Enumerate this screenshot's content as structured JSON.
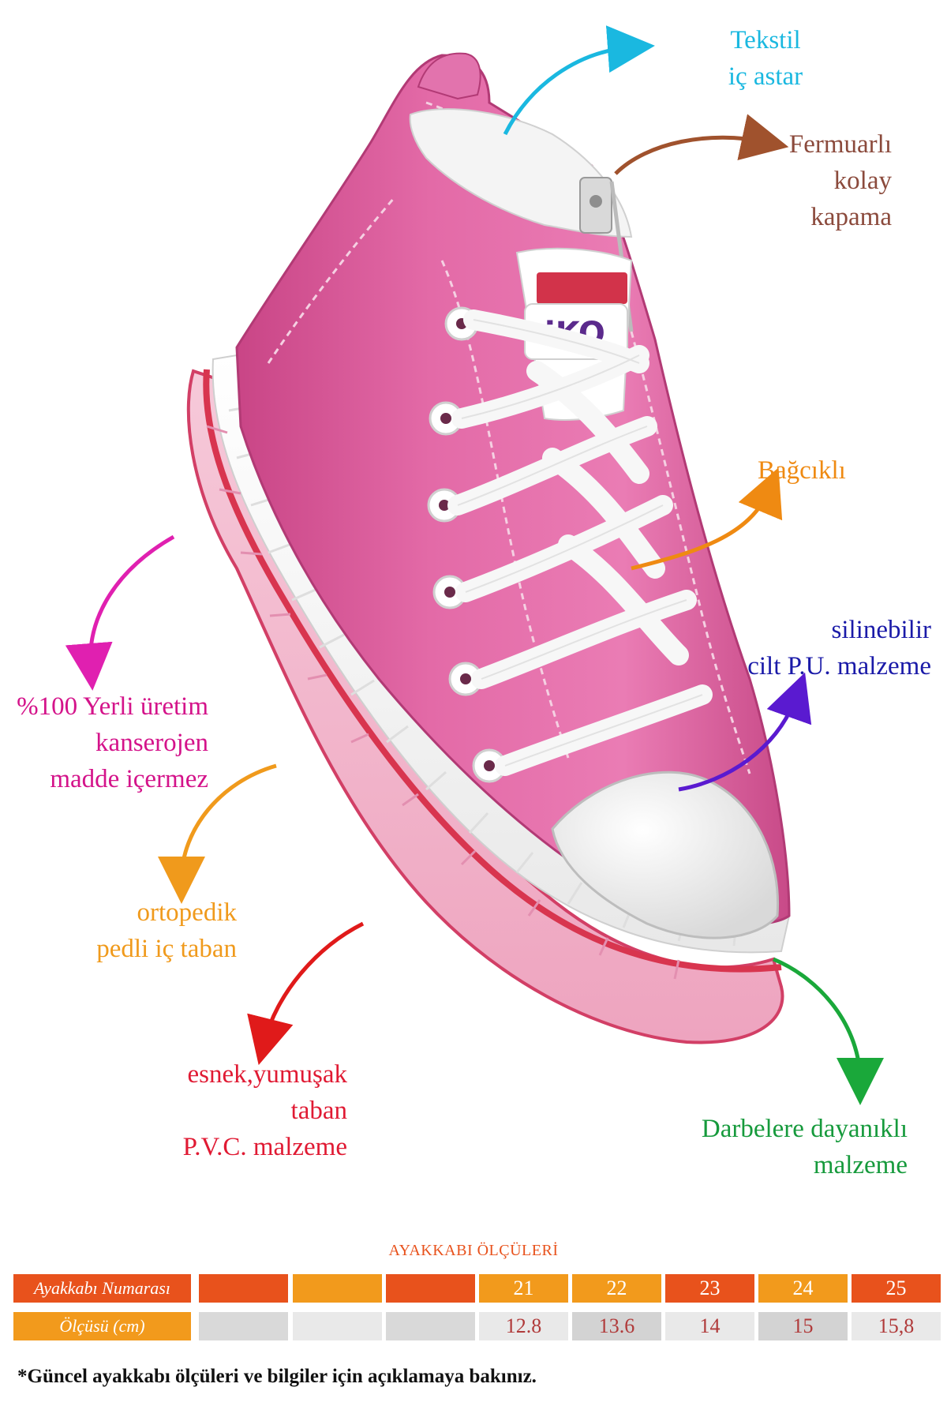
{
  "labels": {
    "tekstil": {
      "line1": "Tekstil",
      "line2": "iç astar",
      "color": "#1ab8e0"
    },
    "fermuar": {
      "line1": "Fermuarlı",
      "line2": "kolay",
      "line3": "kapama",
      "color": "#8b4a3c"
    },
    "bagcikli": {
      "line1": "Bağcıklı",
      "color": "#ef8a12"
    },
    "silinebilir": {
      "line1": "silinebilir",
      "line2": "cilt P.U. malzeme",
      "color": "#1a1aa8"
    },
    "yerli": {
      "line1": "%100 Yerli üretim",
      "line2": "kanserojen",
      "line3": "madde içermez",
      "color": "#d4138a"
    },
    "ortopedik": {
      "line1": "ortopedik",
      "line2": "pedli iç taban",
      "color": "#f09a1c"
    },
    "esnek": {
      "line1": "esnek,yumuşak",
      "line2": "taban",
      "line3": "P.V.C. malzeme",
      "color": "#e01a33"
    },
    "darbe": {
      "line1": "Darbelere dayanıklı",
      "line2": "malzeme",
      "color": "#169a3c"
    }
  },
  "brand": {
    "logo_text": "iKO"
  },
  "size_table": {
    "title": "AYAKKABI ÖLÇÜLERİ",
    "row1_header": "Ayakkabı Numarası",
    "row2_header": "Ölçüsü (cm)",
    "sizes": [
      "",
      "",
      "",
      "21",
      "22",
      "23",
      "24",
      "25"
    ],
    "cms": [
      "",
      "",
      "",
      "12.8",
      "13.6",
      "14",
      "15",
      "15,8"
    ]
  },
  "note": "*Güncel ayakkabı ölçüleri ve bilgiler için açıklamaya bakınız."
}
